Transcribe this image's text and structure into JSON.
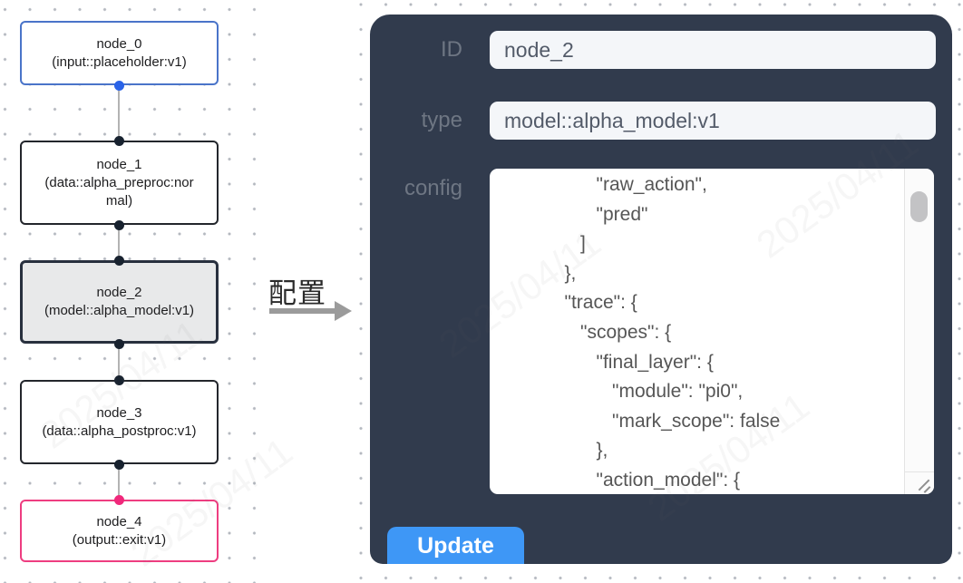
{
  "flow": {
    "nodes": [
      {
        "id": "node_0",
        "title": "node_0",
        "subtitle": "(input::placeholder:v1)",
        "kind": "input"
      },
      {
        "id": "node_1",
        "title": "node_1",
        "subtitle": "(data::alpha_preproc:normal)",
        "kind": "default"
      },
      {
        "id": "node_2",
        "title": "node_2",
        "subtitle": "(model::alpha_model:v1)",
        "kind": "selected"
      },
      {
        "id": "node_3",
        "title": "node_3",
        "subtitle": "(data::alpha_postproc:v1)",
        "kind": "default"
      },
      {
        "id": "node_4",
        "title": "node_4",
        "subtitle": "(output::exit:v1)",
        "kind": "output"
      }
    ]
  },
  "annotation": {
    "arrow_label": "配置"
  },
  "panel": {
    "id_label": "ID",
    "id_value": "node_2",
    "type_label": "type",
    "type_value": "model::alpha_model:v1",
    "config_label": "config",
    "config_text": "               \"raw_action\",\n               \"pred\"\n            ]\n         },\n         \"trace\": {\n            \"scopes\": {\n               \"final_layer\": {\n                  \"module\": \"pi0\",\n                  \"mark_scope\": false\n               },\n               \"action_model\": {",
    "update_label": "Update"
  },
  "watermark": {
    "text": "2025/04/11"
  },
  "colors": {
    "panel_bg": "#313b4d",
    "button_blue": "#3e97f6",
    "input_node_border": "#4a74c9",
    "output_node_border": "#ee3d80",
    "selected_node_bg": "#e8e9ea",
    "port_dark": "#18222f",
    "port_blue": "#2a63e8",
    "port_pink": "#f0287b",
    "edge_gray": "#b3b3b3",
    "field_bg": "#f4f6f9"
  }
}
